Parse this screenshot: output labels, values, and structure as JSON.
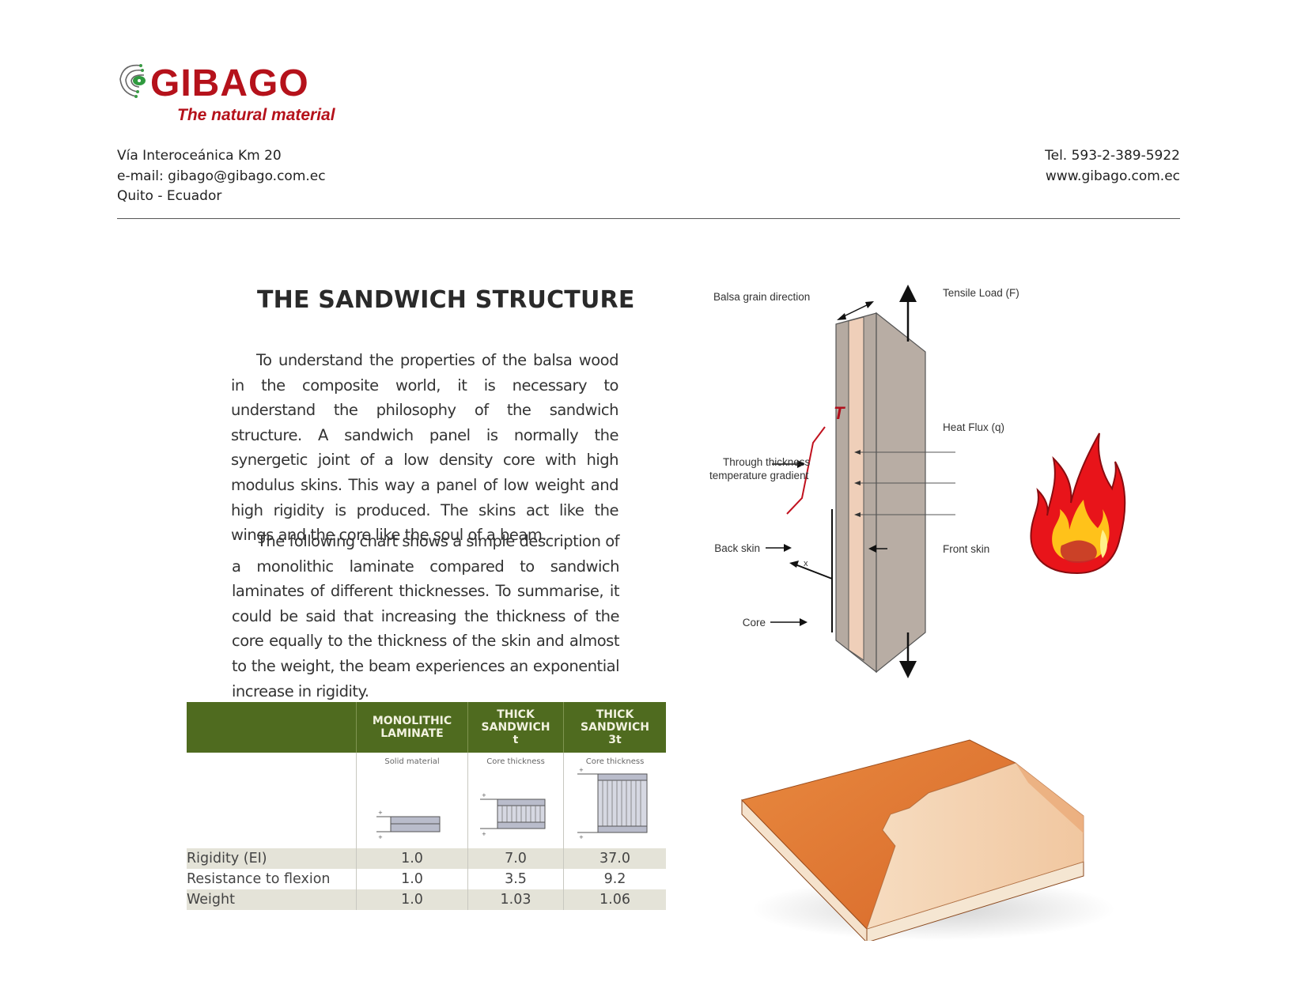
{
  "header": {
    "brand": "GIBAGO",
    "tagline": "The natural material",
    "brand_color": "#b5121b",
    "address_left": [
      "Vía Interoceánica Km 20",
      "e-mail:  gibago@gibago.com.ec",
      "Quito - Ecuador"
    ],
    "address_right": [
      "Tel. 593-2-389-5922",
      "www.gibago.com.ec"
    ]
  },
  "article": {
    "title": "THE SANDWICH STRUCTURE",
    "paragraphs": [
      "To understand the properties of the balsa wood in the composite world, it is necessary to understand the philosophy of the sandwich structure. A sandwich panel is normally the synergetic joint of a low density core with high modulus skins. This way a panel of low weight and high rigidity is produced. The skins act like the wings and the core like the soul of a beam.",
      "The following chart shows a simple description of a monolithic laminate compared to sandwich laminates of different thicknesses. To summarise, it could be said that increasing the thickness of the core equally to the thickness of the skin and almost to the weight, the beam experiences an exponential increase in rigidity."
    ]
  },
  "table": {
    "header_color": "#4f6b1f",
    "columns": [
      "",
      "MONOLITHIC LAMINATE",
      "THICK SANDWICH t",
      "THICK SANDWICH 3t"
    ],
    "column_lines": [
      [
        ""
      ],
      [
        "MONOLITHIC",
        "LAMINATE"
      ],
      [
        "THICK",
        "SANDWICH",
        "t"
      ],
      [
        "THICK",
        "SANDWICH",
        "3t"
      ]
    ],
    "diagram_captions": [
      "",
      "Solid material",
      "Core thickness",
      "Core thickness"
    ],
    "rows": [
      {
        "label": "Rigidity (EI)",
        "values": [
          "1.0",
          "7.0",
          "37.0"
        ]
      },
      {
        "label": "Resistance to flexion",
        "values": [
          "1.0",
          "3.5",
          "9.2"
        ]
      },
      {
        "label": "Weight",
        "values": [
          "1.0",
          "1.03",
          "1.06"
        ]
      }
    ]
  },
  "diagram": {
    "labels": {
      "grain": "Balsa grain direction",
      "tensile": "Tensile Load (F)",
      "heat_flux": "Heat Flux (q)",
      "temp_symbol": "T",
      "gradient_line1": "Through thickness",
      "gradient_line2": "temperature gradient",
      "back_skin": "Back skin",
      "front_skin": "Front skin",
      "core": "Core",
      "x_axis": "x"
    }
  }
}
